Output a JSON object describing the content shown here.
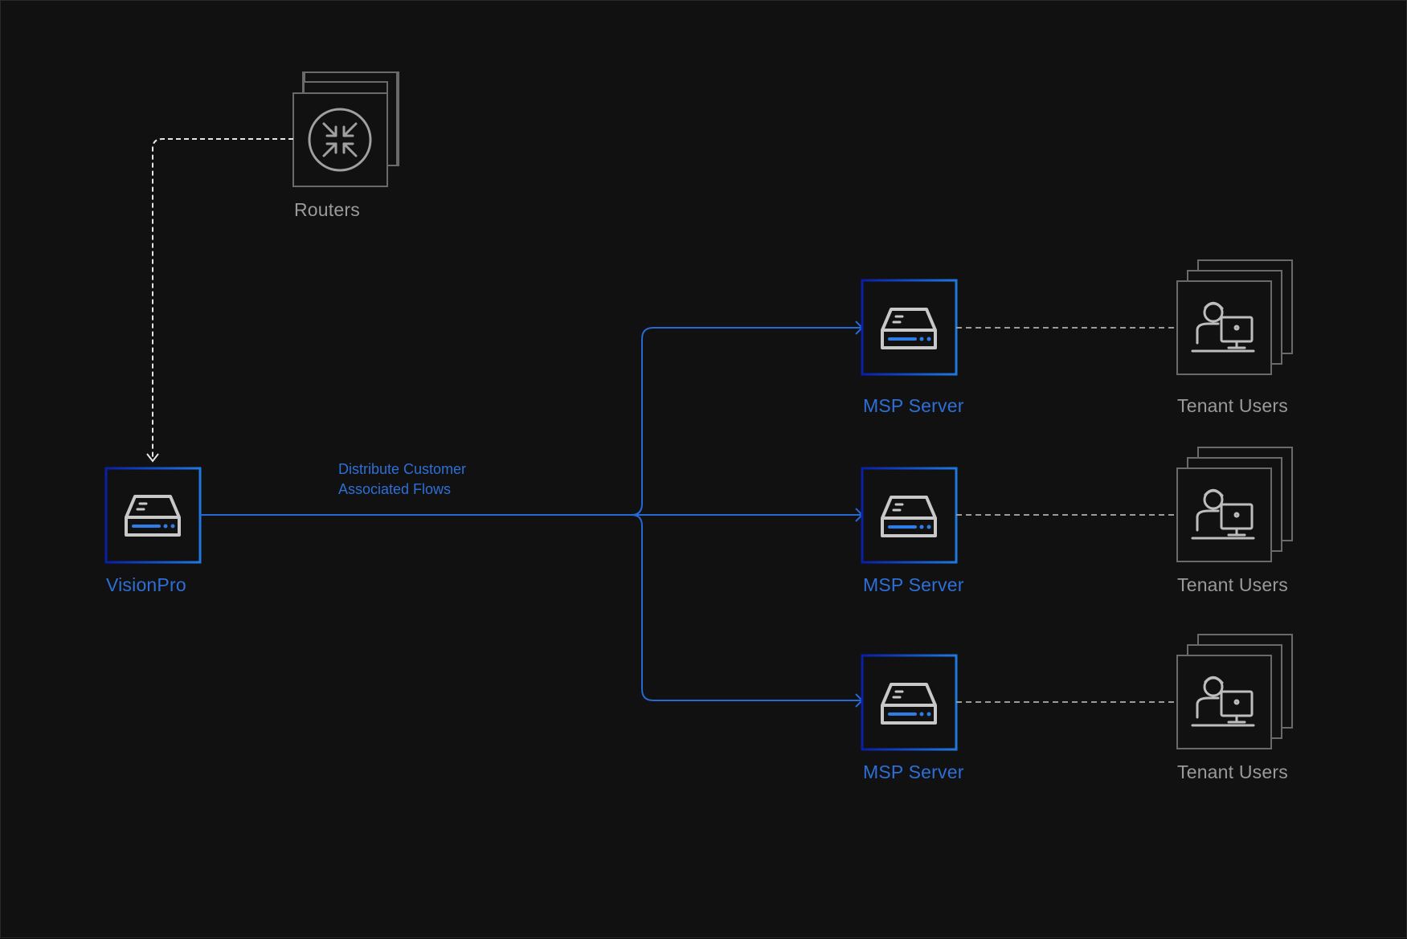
{
  "colors": {
    "background": "#111111",
    "accent_blue": "#2d6fd6",
    "node_gray": "#8a8a8a",
    "text_gray": "#9a9a9a"
  },
  "nodes": {
    "routers": {
      "label": "Routers",
      "icon": "router-icon"
    },
    "visionpro": {
      "label": "VisionPro",
      "icon": "server-icon"
    },
    "msp_servers": [
      {
        "label": "MSP Server",
        "icon": "server-icon"
      },
      {
        "label": "MSP Server",
        "icon": "server-icon"
      },
      {
        "label": "MSP Server",
        "icon": "server-icon"
      }
    ],
    "tenants": [
      {
        "label": "Tenant Users",
        "icon": "user-at-computer-icon"
      },
      {
        "label": "Tenant Users",
        "icon": "user-at-computer-icon"
      },
      {
        "label": "Tenant Users",
        "icon": "user-at-computer-icon"
      }
    ]
  },
  "flow": {
    "line1": "Distribute Customer",
    "line2": "Associated Flows"
  }
}
